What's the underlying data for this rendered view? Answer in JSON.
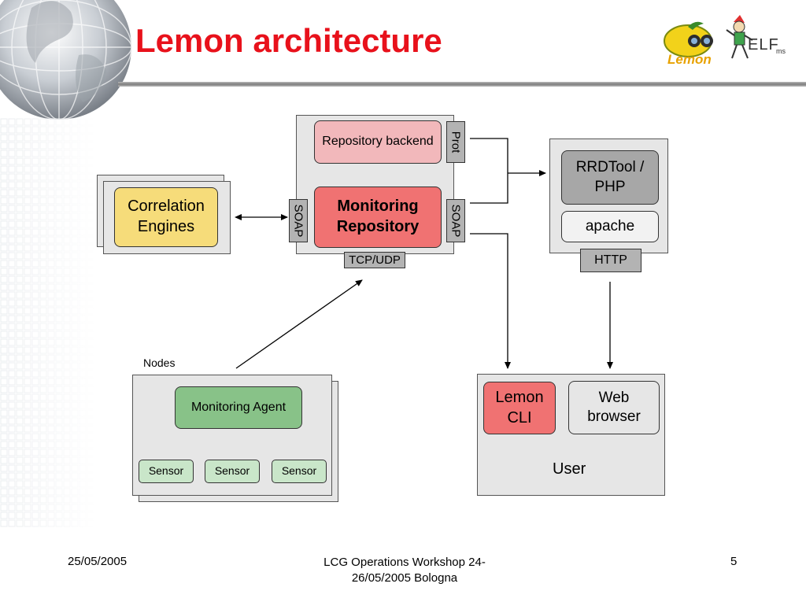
{
  "slide": {
    "title": "Lemon architecture",
    "footer": {
      "date": "25/05/2005",
      "event": "LCG Operations Workshop 24-26/05/2005 Bologna",
      "page": "5"
    }
  },
  "logos": {
    "lemon": "Lemon",
    "elfms_main": "ELF",
    "elfms_sub": "ms"
  },
  "diagram": {
    "repository": {
      "backend": "Repository backend",
      "main": "Monitoring Repository",
      "prot_tag": "Prot",
      "soap_left": "SOAP",
      "soap_right": "SOAP",
      "transport_tag": "TCP/UDP"
    },
    "correlation": {
      "label": "Correlation Engines"
    },
    "web_server": {
      "rrdtool": "RRDTool / PHP",
      "apache": "apache",
      "http_tag": "HTTP"
    },
    "nodes": {
      "caption": "Nodes",
      "agent": "Monitoring Agent",
      "sensors": [
        "Sensor",
        "Sensor",
        "Sensor"
      ]
    },
    "user": {
      "cli": "Lemon CLI",
      "browser": "Web browser",
      "label": "User"
    }
  },
  "colors": {
    "title": "#e8111b",
    "backend_fill": "#f2b8bb",
    "repository_fill": "#f07272",
    "correlation_fill": "#f6dc7a",
    "agent_fill": "#88c288",
    "sensor_fill": "#c9e6c9",
    "rrdtool_fill": "#a7a7a7",
    "panel_fill": "#e6e6e6"
  }
}
